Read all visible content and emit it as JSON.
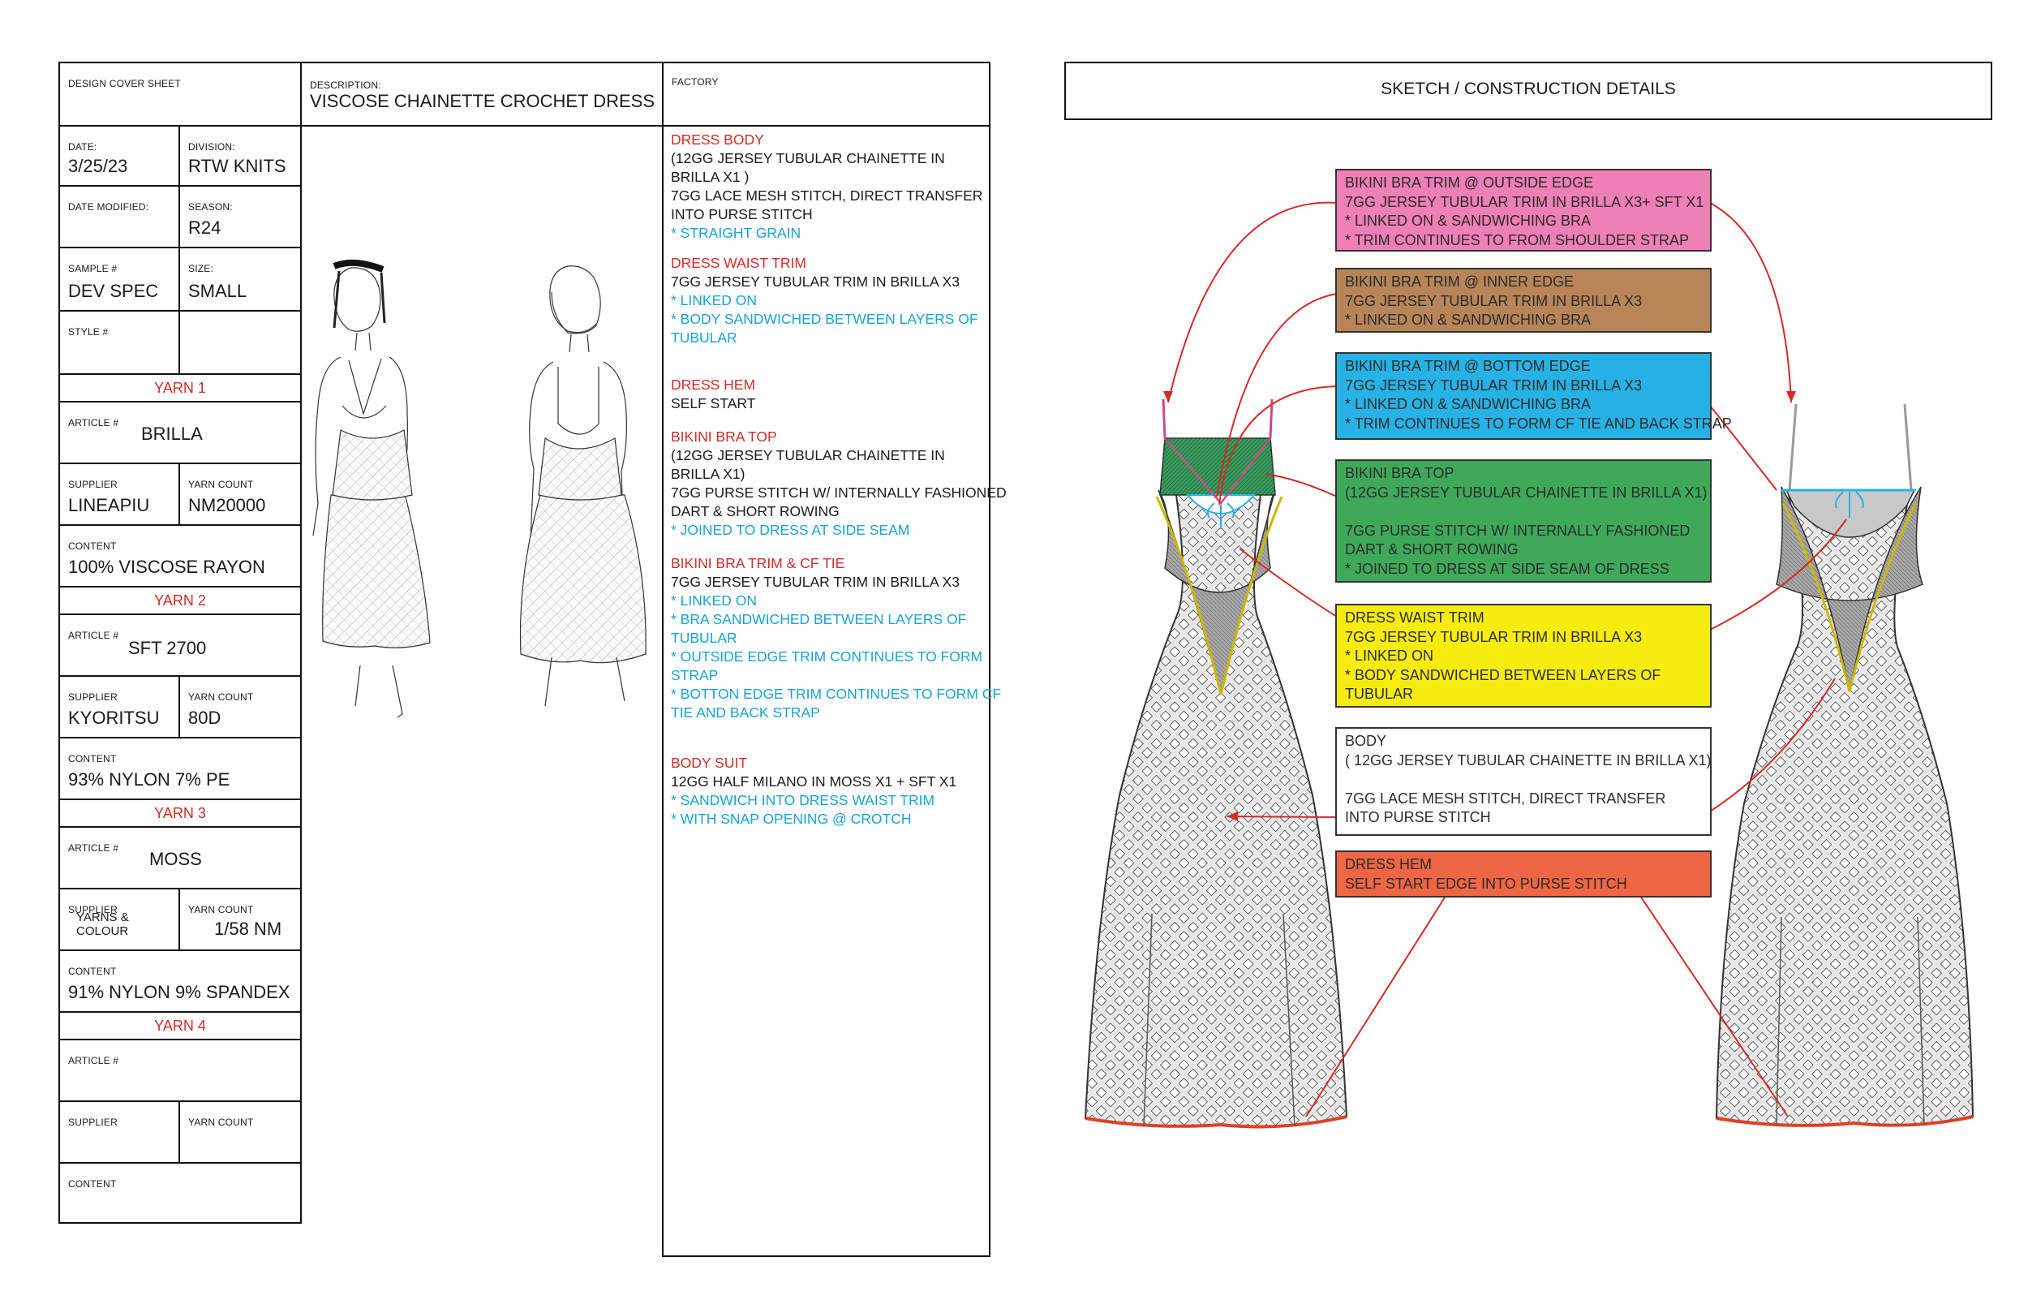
{
  "cover": {
    "title_label": "DESIGN COVER SHEET",
    "description_label": "DESCRIPTION:",
    "description": "VISCOSE CHAINETTE CROCHET DRESS",
    "factory_label": "FACTORY",
    "date_label": "DATE:",
    "date": "3/25/23",
    "division_label": "DIVISION:",
    "division": "RTW KNITS",
    "date_modified_label": "DATE MODIFIED:",
    "season_label": "SEASON:",
    "season": "R24",
    "sample_label": "SAMPLE #",
    "sample": "DEV SPEC",
    "size_label": "SIZE:",
    "size": "SMALL",
    "style_label": "STYLE #"
  },
  "yarns": [
    {
      "header": "YARN 1",
      "article_label": "ARTICLE #",
      "article": "BRILLA",
      "supplier_label": "SUPPLIER",
      "supplier": "LINEAPIU",
      "count_label": "YARN COUNT",
      "count": "NM20000",
      "content_label": "CONTENT",
      "content": "100% VISCOSE RAYON"
    },
    {
      "header": "YARN 2",
      "article_label": "ARTICLE #",
      "article": "SFT 2700",
      "supplier_label": "SUPPLIER",
      "supplier": "KYORITSU",
      "count_label": "YARN COUNT",
      "count": "80D",
      "content_label": "CONTENT",
      "content": "93% NYLON 7% PE"
    },
    {
      "header": "YARN 3",
      "article_label": "ARTICLE #",
      "article": "MOSS",
      "supplier_label": "SUPPLIER",
      "supplier": "YARNS & COLOUR",
      "count_label": "YARN COUNT",
      "count": "1/58 NM",
      "content_label": "CONTENT",
      "content": "91% NYLON 9% SPANDEX"
    },
    {
      "header": "YARN 4",
      "article_label": "ARTICLE #",
      "article": "",
      "supplier_label": "SUPPLIER",
      "supplier": "",
      "count_label": "YARN COUNT",
      "count": "",
      "content_label": "CONTENT",
      "content": ""
    }
  ],
  "factory_notes": [
    {
      "text": "DRESS BODY",
      "style": "red"
    },
    {
      "text": "(12GG JERSEY TUBULAR CHAINETTE IN",
      "style": "dark"
    },
    {
      "text": "BRILLA X1 )",
      "style": "dark"
    },
    {
      "text": "7GG LACE MESH STITCH, DIRECT TRANSFER",
      "style": "dark"
    },
    {
      "text": "INTO  PURSE STITCH",
      "style": "dark"
    },
    {
      "text": "* STRAIGHT GRAIN",
      "style": "blue"
    },
    {
      "text": "DRESS WAIST TRIM",
      "style": "red"
    },
    {
      "text": "7GG JERSEY TUBULAR TRIM IN BRILLA X3",
      "style": "dark"
    },
    {
      "text": "* LINKED ON",
      "style": "blue"
    },
    {
      "text": "* BODY SANDWICHED BETWEEN LAYERS OF",
      "style": "blue"
    },
    {
      "text": "TUBULAR",
      "style": "blue"
    },
    {
      "text": "DRESS HEM",
      "style": "red"
    },
    {
      "text": "SELF START",
      "style": "dark"
    },
    {
      "text": "BIKINI BRA TOP",
      "style": "red"
    },
    {
      "text": "(12GG JERSEY TUBULAR CHAINETTE IN",
      "style": "dark"
    },
    {
      "text": "BRILLA X1)",
      "style": "dark"
    },
    {
      "text": "7GG PURSE STITCH W/ INTERNALLY FASHIONED",
      "style": "dark"
    },
    {
      "text": "DART & SHORT ROWING",
      "style": "dark"
    },
    {
      "text": "* JOINED TO DRESS AT SIDE SEAM",
      "style": "blue"
    },
    {
      "text": "BIKINI BRA TRIM & CF TIE",
      "style": "red"
    },
    {
      "text": "7GG JERSEY TUBULAR TRIM IN BRILLA X3",
      "style": "dark"
    },
    {
      "text": "* LINKED ON",
      "style": "blue"
    },
    {
      "text": "* BRA SANDWICHED BETWEEN LAYERS OF",
      "style": "blue"
    },
    {
      "text": "TUBULAR",
      "style": "blue"
    },
    {
      "text": "* OUTSIDE EDGE TRIM CONTINUES TO FORM",
      "style": "blue"
    },
    {
      "text": "STRAP",
      "style": "blue"
    },
    {
      "text": "* BOTTON EDGE TRIM CONTINUES TO FORM CF",
      "style": "blue"
    },
    {
      "text": "TIE AND BACK STRAP",
      "style": "blue"
    },
    {
      "text": "BODY SUIT",
      "style": "red"
    },
    {
      "text": "12GG HALF MILANO IN MOSS X1 + SFT X1",
      "style": "dark"
    },
    {
      "text": "* SANDWICH INTO DRESS WAIST TRIM",
      "style": "blue"
    },
    {
      "text": "* WITH SNAP OPENING @ CROTCH",
      "style": "blue"
    }
  ],
  "sketch": {
    "title": "SKETCH / CONSTRUCTION DETAILS",
    "callouts": [
      {
        "color": "#ee7fb7",
        "lines": [
          "BIKINI BRA TRIM @ OUTSIDE EDGE",
          "7GG JERSEY TUBULAR TRIM IN BRILLA X3+ SFT X1",
          "* LINKED ON & SANDWICHING BRA",
          "* TRIM CONTINUES TO FROM SHOULDER STRAP"
        ]
      },
      {
        "color": "#b88558",
        "lines": [
          "BIKINI BRA TRIM @ INNER EDGE",
          "7GG JERSEY TUBULAR TRIM IN BRILLA X3",
          "* LINKED ON & SANDWICHING BRA"
        ]
      },
      {
        "color": "#27b2e6",
        "lines": [
          "BIKINI BRA TRIM @ BOTTOM EDGE",
          "7GG JERSEY TUBULAR TRIM IN BRILLA X3",
          "* LINKED ON & SANDWICHING BRA",
          "* TRIM CONTINUES TO FORM CF TIE AND BACK STRAP"
        ]
      },
      {
        "color": "#3fa95a",
        "lines": [
          "BIKINI BRA TOP",
          "(12GG JERSEY TUBULAR CHAINETTE IN BRILLA X1)",
          "",
          "7GG PURSE STITCH W/ INTERNALLY FASHIONED",
          "DART & SHORT ROWING",
          "* JOINED TO DRESS AT SIDE SEAM OF DRESS"
        ]
      },
      {
        "color": "#f7ec0f",
        "lines": [
          "DRESS WAIST TRIM",
          "7GG JERSEY TUBULAR TRIM IN BRILLA X3",
          "* LINKED ON",
          "* BODY SANDWICHED BETWEEN LAYERS OF",
          "TUBULAR"
        ]
      },
      {
        "color": "#ffffff",
        "lines": [
          "BODY",
          "( 12GG JERSEY TUBULAR CHAINETTE IN BRILLA X1)",
          "",
          "7GG LACE MESH STITCH, DIRECT TRANSFER",
          "INTO  PURSE STITCH"
        ]
      },
      {
        "color": "#ef6645",
        "lines": [
          "DRESS HEM",
          "SELF START EDGE INTO PURSE STITCH"
        ]
      }
    ]
  }
}
